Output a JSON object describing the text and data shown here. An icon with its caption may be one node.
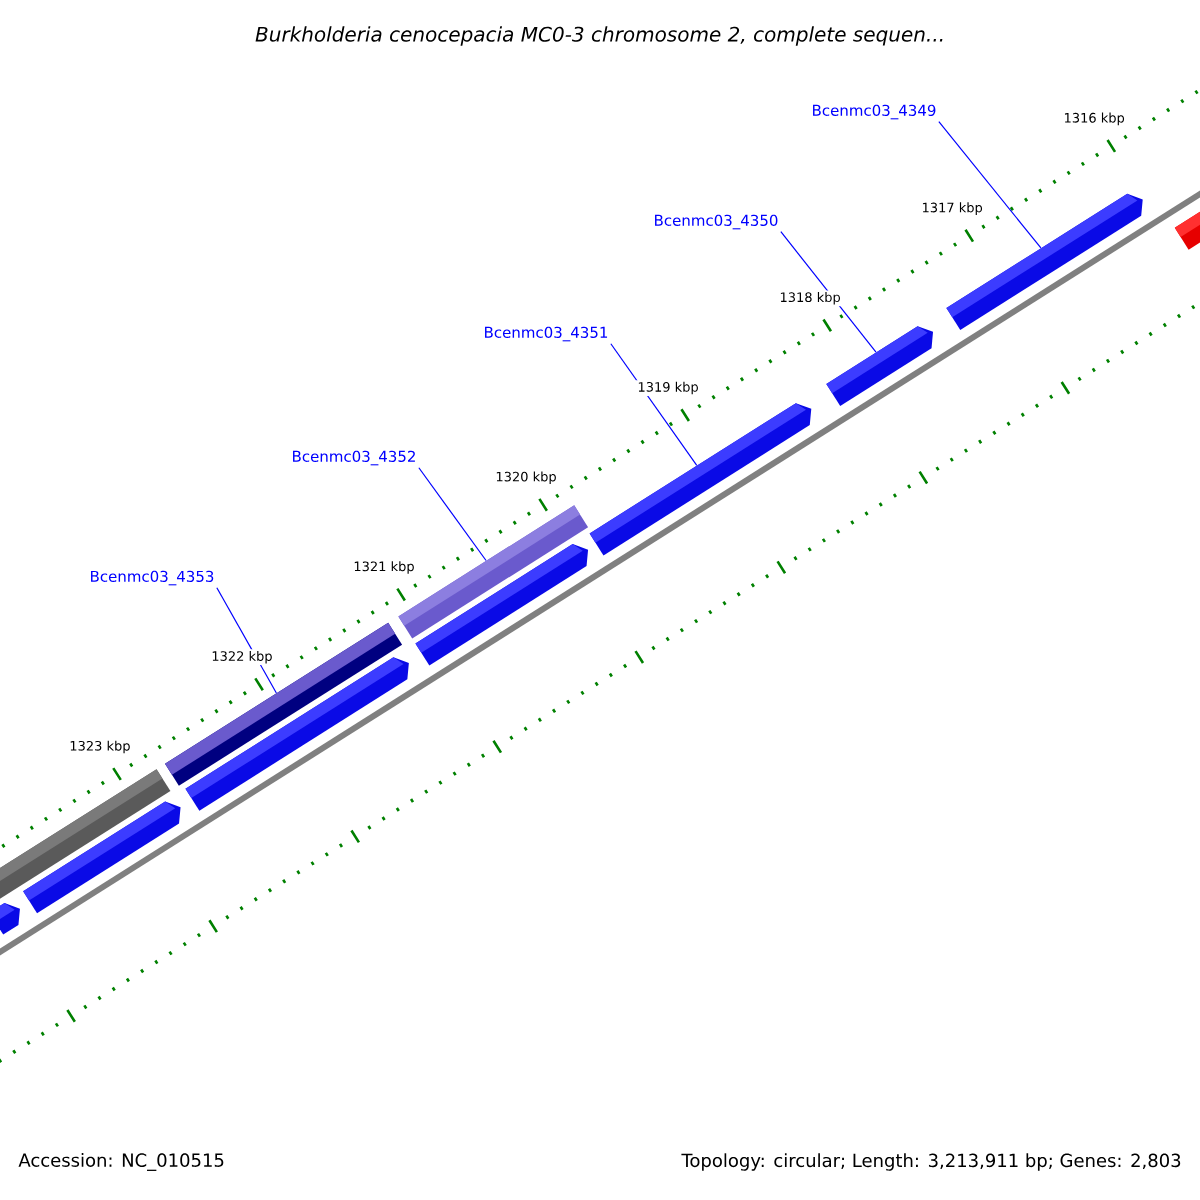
{
  "diagram": {
    "title": "Burkholderia cenocepacia MC0-3 chromosome 2, complete sequen...",
    "nodes": [
      {
        "text": [
          "Bcenmc03_4349"
        ]
      },
      {
        "text": [
          "Bcenmc03_4350"
        ]
      },
      {
        "text": [
          "Bcenmc03_4351"
        ]
      },
      {
        "text": [
          "Bcenmc03_4352"
        ]
      },
      {
        "text": [
          "Bcenmc03_4353"
        ]
      },
      {
        "text": [],
        "shape": "arrow"
      },
      {
        "text": [],
        "shape": "bar"
      },
      {
        "text": [],
        "shape": "arrow"
      },
      {
        "text": [],
        "shape": "bar"
      },
      {
        "text": [],
        "shape": "arrow"
      },
      {
        "text": [],
        "shape": "bar"
      },
      {
        "text": [],
        "shape": "arrow"
      },
      {
        "text": [],
        "shape": "arrow"
      },
      {
        "text": [],
        "shape": "arrow"
      },
      {
        "text": [],
        "shape": "arrow"
      },
      {
        "text": [],
        "shape": "arrow"
      }
    ],
    "edges": [
      {
        "from": 0,
        "to": 14,
        "arrow": "none"
      },
      {
        "from": 1,
        "to": 13,
        "arrow": "none"
      },
      {
        "from": 2,
        "to": 12,
        "arrow": "none"
      },
      {
        "from": 3,
        "to": 10,
        "arrow": "none"
      },
      {
        "from": 4,
        "to": 8,
        "arrow": "none"
      }
    ],
    "labels": [
      "1316 kbp",
      "1317 kbp",
      "1318 kbp",
      "1319 kbp",
      "1320 kbp",
      "1321 kbp",
      "1322 kbp",
      "1323 kbp",
      "Accession: NC_010515",
      "Topology: circular; Length: 3,213,911 bp; Genes: 2,803"
    ]
  }
}
